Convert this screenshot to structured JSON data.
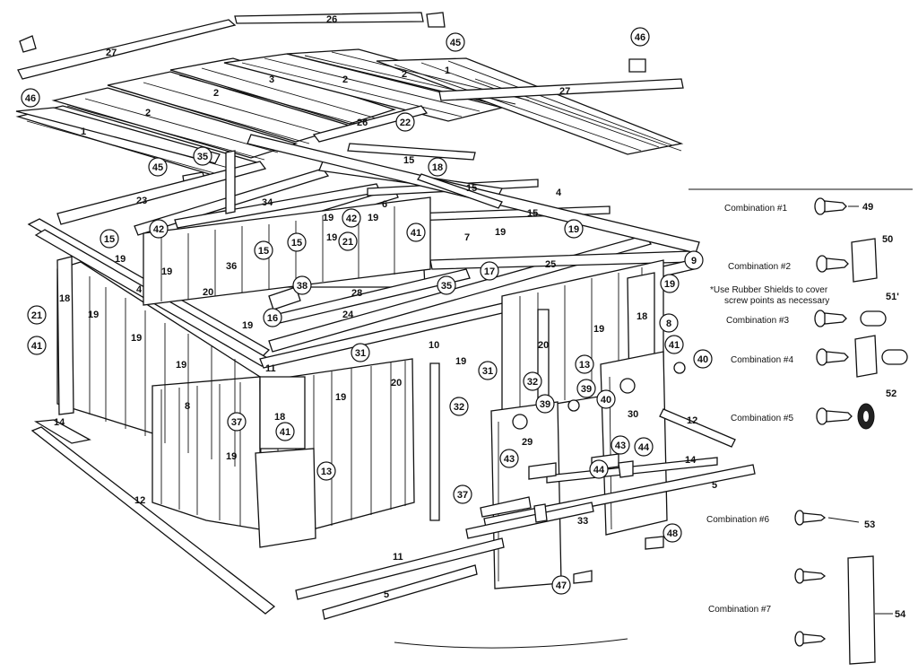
{
  "diagram": {
    "part_numbers": [
      "1",
      "2",
      "3",
      "4",
      "5",
      "6",
      "7",
      "8",
      "9",
      "10",
      "11",
      "12",
      "13",
      "14",
      "15",
      "16",
      "17",
      "18",
      "19",
      "20",
      "21",
      "22",
      "23",
      "24",
      "25",
      "26",
      "27",
      "28",
      "29",
      "30",
      "31",
      "32",
      "33",
      "34",
      "35",
      "36",
      "37",
      "38",
      "39",
      "40",
      "41",
      "42",
      "43",
      "44",
      "45",
      "46",
      "47",
      "48"
    ],
    "legend": {
      "combinations": [
        {
          "label": "Combination #1",
          "part": "49"
        },
        {
          "label": "Combination #2",
          "part": "50"
        },
        {
          "label": "Combination #3",
          "part": "51"
        },
        {
          "label": "Combination #4",
          "part": ""
        },
        {
          "label": "Combination #5",
          "part": "52"
        },
        {
          "label": "Combination #6",
          "part": "53"
        },
        {
          "label": "Combination #7",
          "part": "54"
        }
      ],
      "note_line1": "*Use Rubber Shields to cover",
      "note_line2": "screw points as necessary",
      "marker_51": "51'"
    }
  }
}
